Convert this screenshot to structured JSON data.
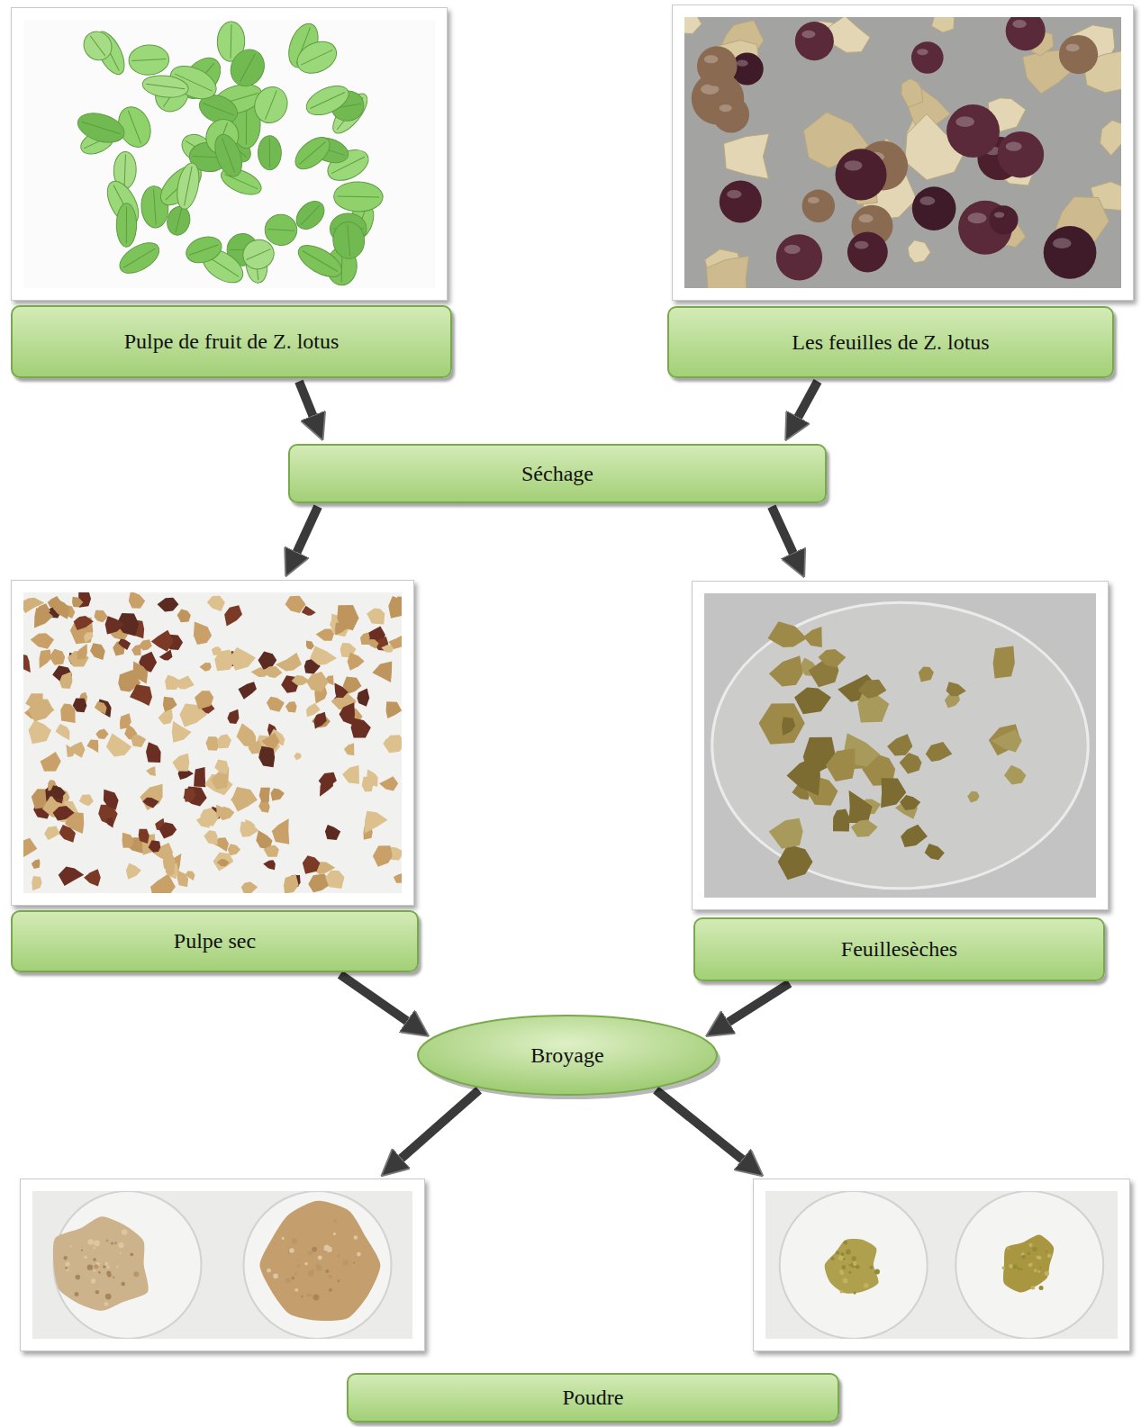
{
  "diagram": {
    "nodes": [
      {
        "text": [
          "Pulpe de fruit de Z. lotus"
        ]
      },
      {
        "text": [
          "Les feuilles de Z. lotus"
        ]
      },
      {
        "text": [
          "Séchage"
        ]
      },
      {
        "text": [
          "Pulpe sec"
        ]
      },
      {
        "text": [
          "Feuillesèches"
        ]
      },
      {
        "text": [
          "Broyage"
        ]
      },
      {
        "text": [
          "Poudre"
        ]
      }
    ],
    "edges": [
      {
        "from": 0,
        "to": 2,
        "arrow": "to"
      },
      {
        "from": 1,
        "to": 2,
        "arrow": "to"
      },
      {
        "from": 2,
        "to": 3,
        "arrow": "to"
      },
      {
        "from": 2,
        "to": 4,
        "arrow": "to"
      },
      {
        "from": 3,
        "to": 5,
        "arrow": "to"
      },
      {
        "from": 4,
        "to": 5,
        "arrow": "to"
      },
      {
        "from": 5,
        "to": 6,
        "arrow": "to"
      },
      {
        "from": 5,
        "to": 6,
        "arrow": "to"
      }
    ]
  }
}
